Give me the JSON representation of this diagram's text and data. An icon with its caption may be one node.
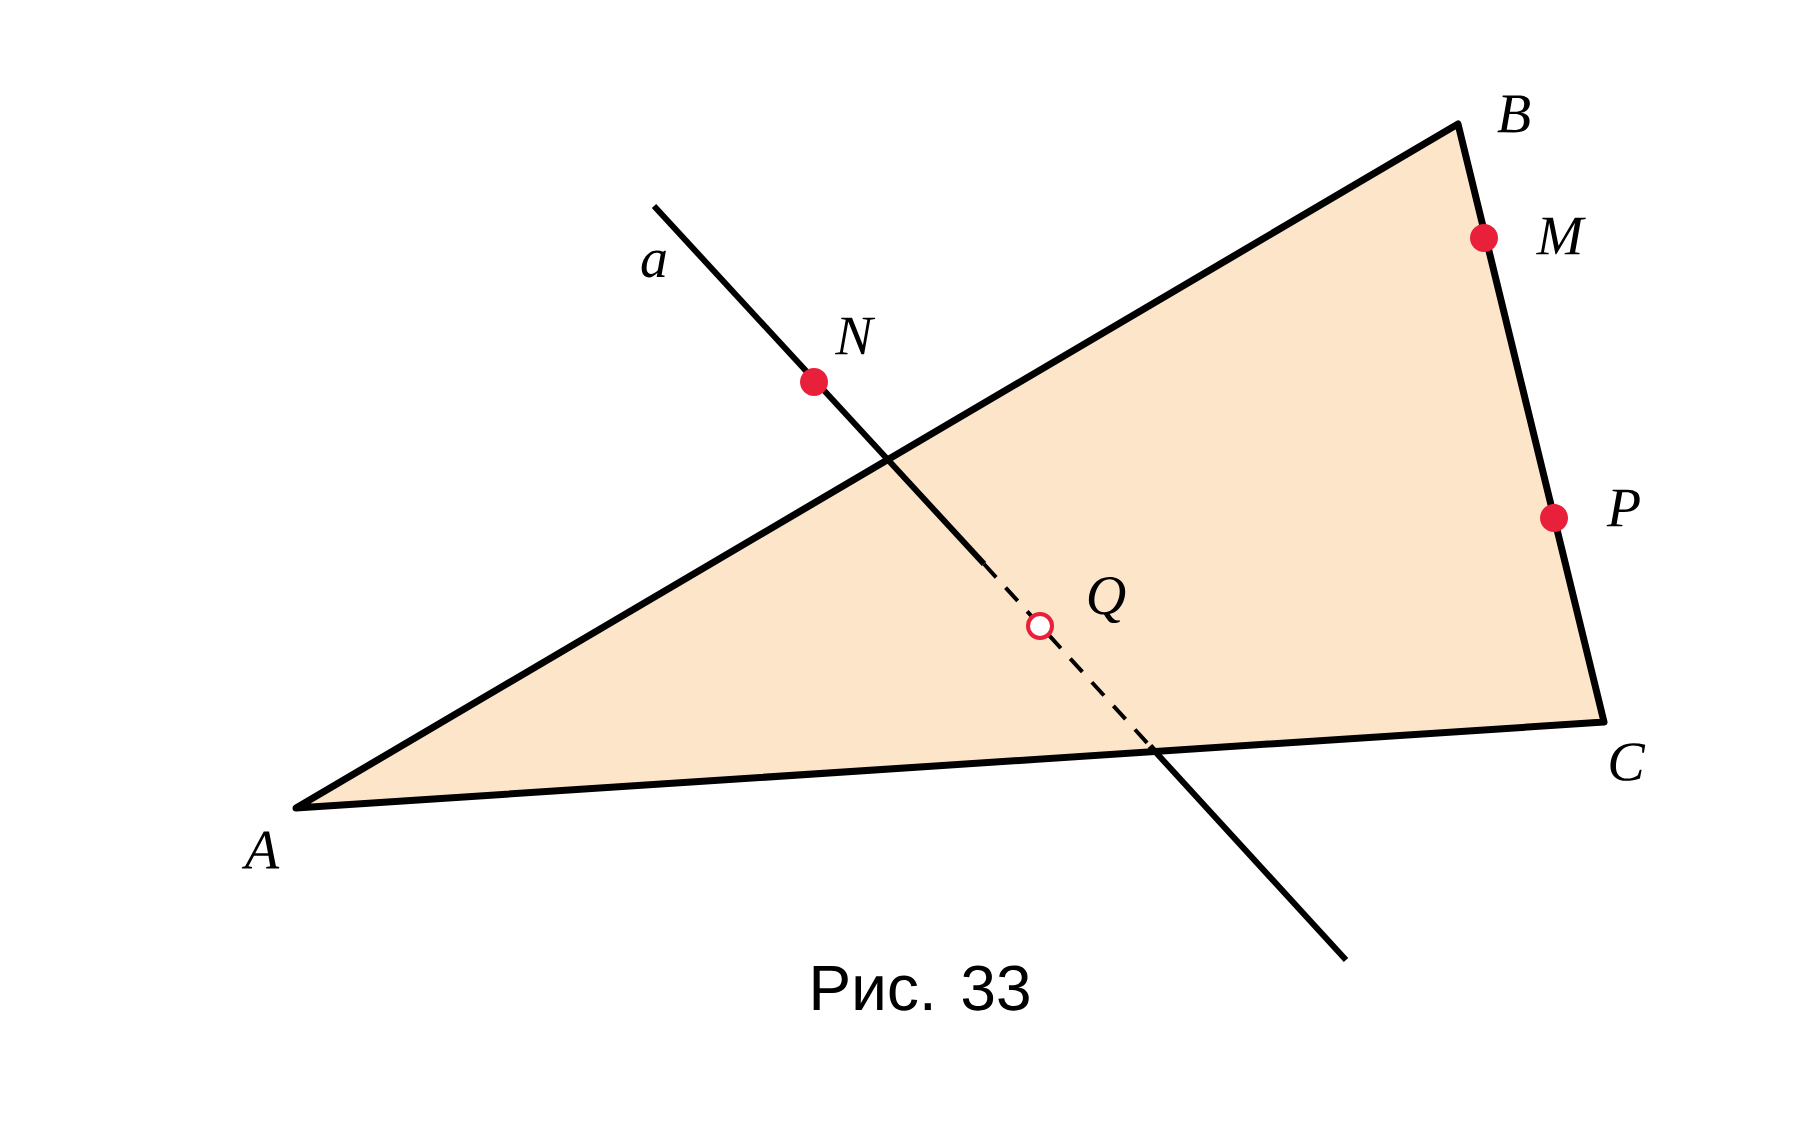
{
  "diagram": {
    "caption": "Рис. 33",
    "labels": [
      "a",
      "N",
      "B",
      "M",
      "P",
      "Q",
      "C",
      "A"
    ]
  }
}
